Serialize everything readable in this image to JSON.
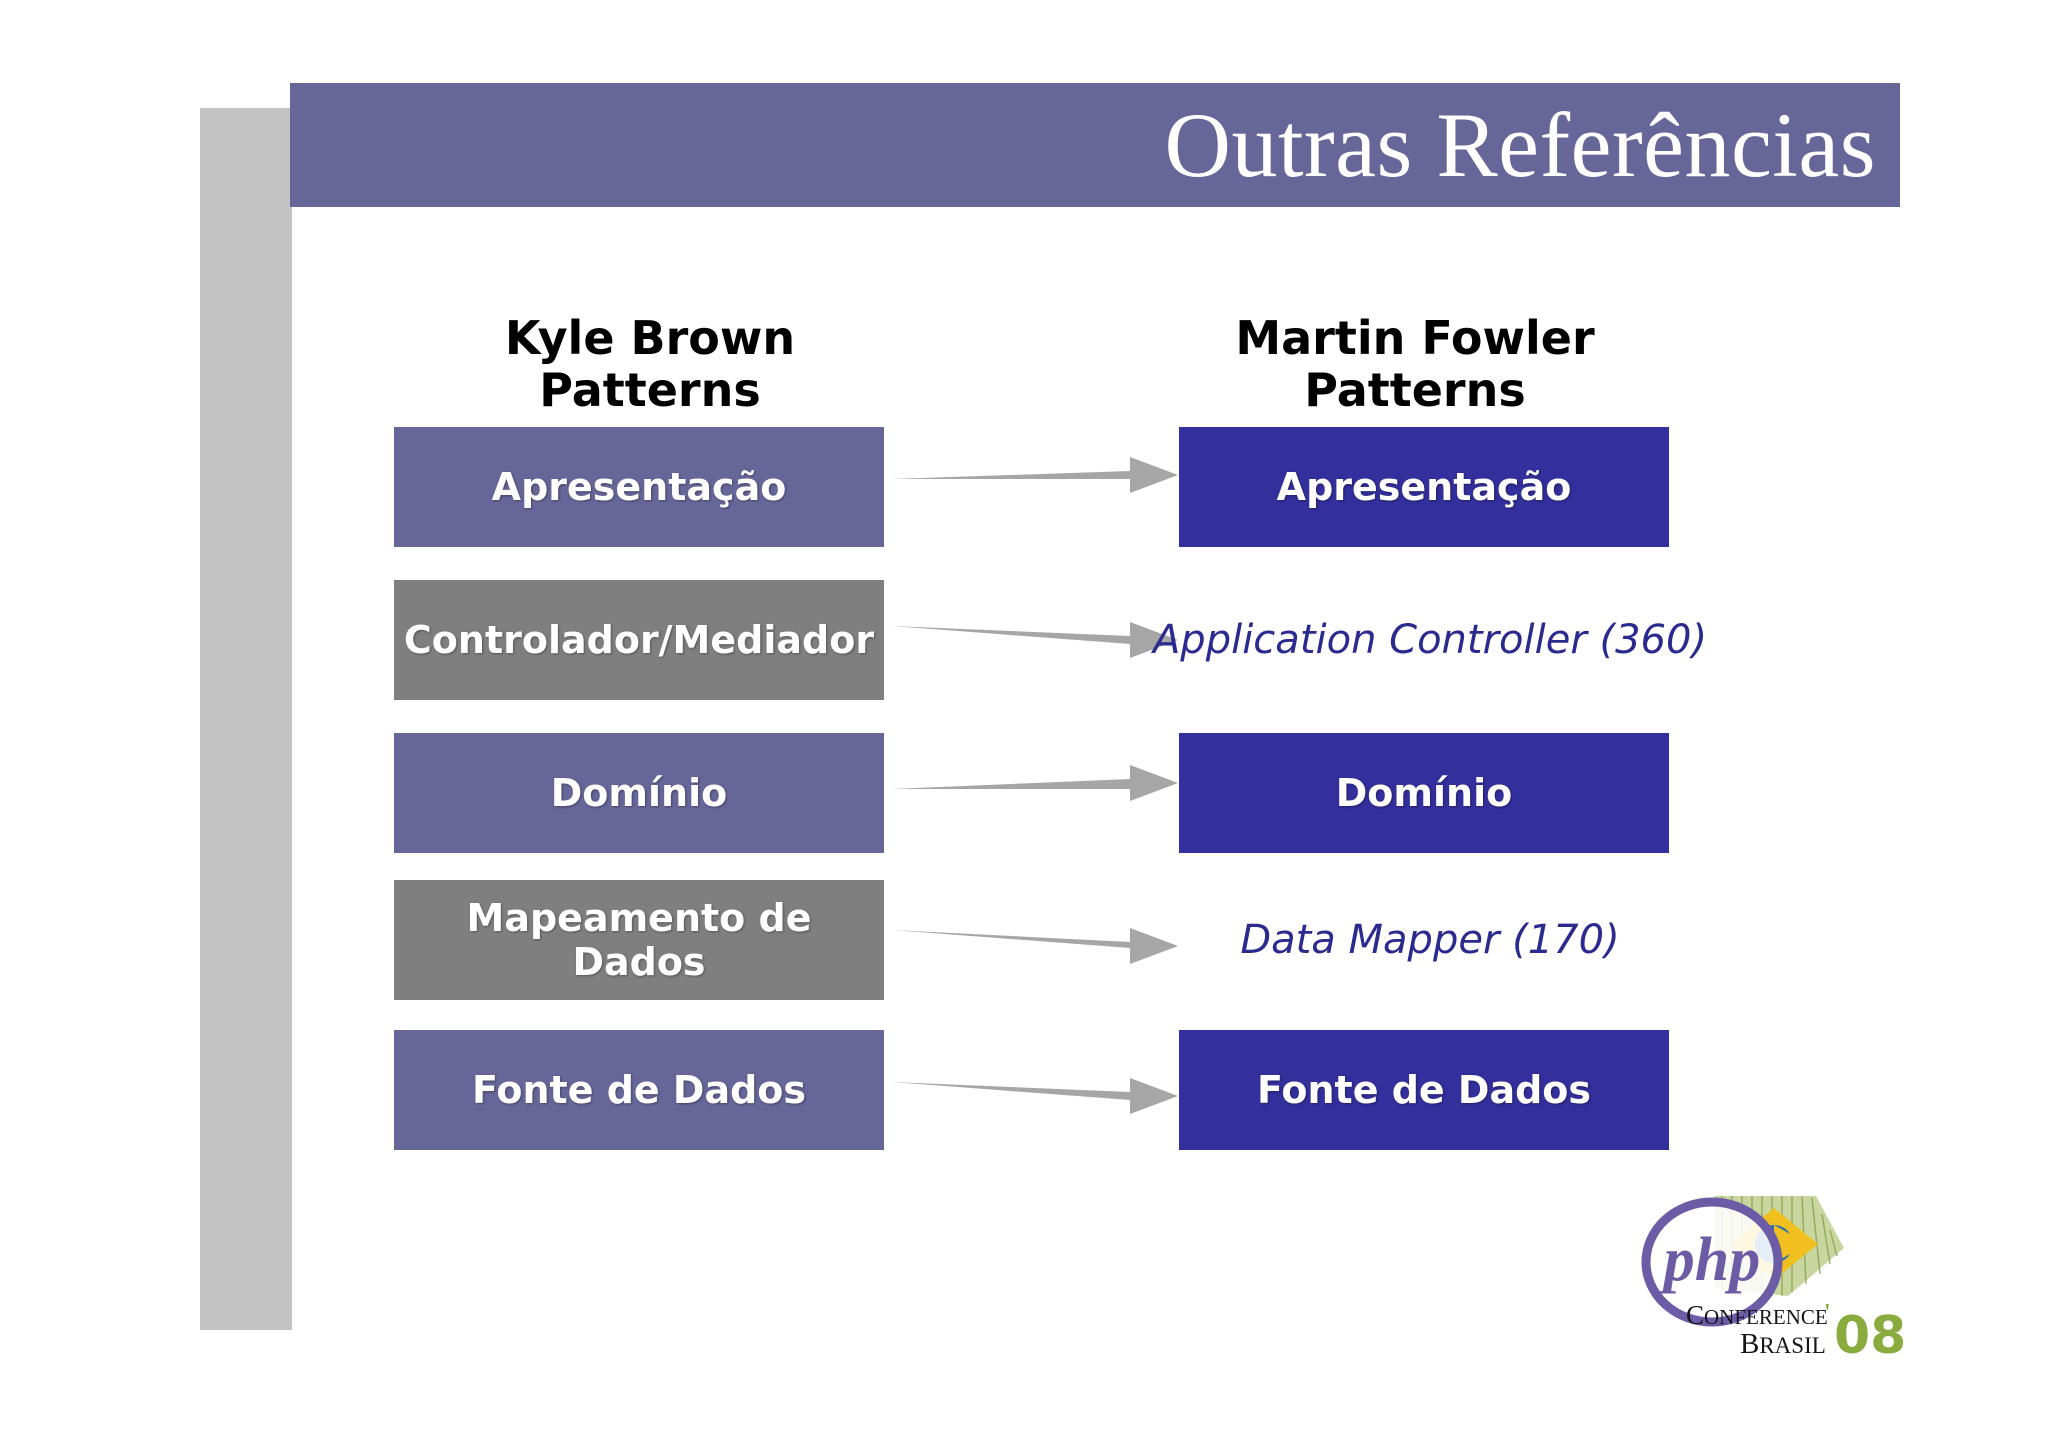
{
  "slide": {
    "title": "Outras Referências",
    "background_color": "#ffffff",
    "header_color": "#666699",
    "sidebar_color": "#c3c3c3"
  },
  "columns": {
    "left": {
      "heading": "Kyle Brown\nPatterns"
    },
    "right": {
      "heading": "Martin Fowler\nPatterns"
    }
  },
  "colors": {
    "purple": "#666699",
    "gray": "#7f7f7f",
    "navy": "#332f9c",
    "italic_text": "#2b2b8f",
    "arrow": "#a6a6a6"
  },
  "rows": [
    {
      "left_label": "Apresentação",
      "left_style": "purple",
      "right_label": "Apresentação",
      "right_style": "navy"
    },
    {
      "left_label": "Controlador/Mediador",
      "left_style": "gray",
      "right_label": "Application Controller (360)",
      "right_style": "plain"
    },
    {
      "left_label": "Domínio",
      "left_style": "purple",
      "right_label": "Domínio",
      "right_style": "navy"
    },
    {
      "left_label": "Mapeamento de Dados",
      "left_style": "gray",
      "right_label": "Data Mapper (170)",
      "right_style": "plain"
    },
    {
      "left_label": "Fonte de Dados",
      "left_style": "purple",
      "right_label": "Fonte de Dados",
      "right_style": "navy"
    }
  ],
  "logo": {
    "wordmark": "php",
    "line1": "Conference",
    "line2": "Brasil",
    "year": "08",
    "apostrophe": "'"
  }
}
